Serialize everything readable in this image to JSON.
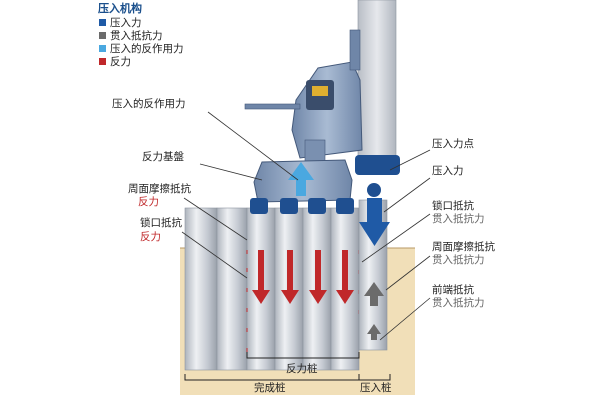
{
  "legend": {
    "title": "压入机构",
    "items": [
      {
        "label": "压入力",
        "color": "#1f5aa6"
      },
      {
        "label": "贯入抵抗力",
        "color": "#6b6b6b"
      },
      {
        "label": "压入的反作用力",
        "color": "#4aa8e0"
      },
      {
        "label": "反力",
        "color": "#c0282a"
      }
    ]
  },
  "left_labels": {
    "reaction_of_press": "压入的反作用力",
    "reaction_base": "反力基盤",
    "side_friction": "周面摩擦抵抗",
    "side_friction_sub": "反力",
    "lock_resistance": "锁口抵抗",
    "lock_resistance_sub": "反力"
  },
  "right_labels": {
    "press_point": "压入力点",
    "press_force": "压入力",
    "lock_resistance": "锁口抵抗",
    "lock_resistance_sub": "贯入抵抗力",
    "side_friction": "周面摩擦抵抗",
    "side_friction_sub": "贯入抵抗力",
    "tip_resistance": "前端抵抗",
    "tip_resistance_sub": "贯入抵抗力"
  },
  "bottom_labels": {
    "reaction_pile": "反力桩",
    "completed_pile": "完成桩",
    "pressed_pile": "压入桩"
  },
  "colors": {
    "press": "#1f5aa6",
    "penetration": "#6b6b6b",
    "reaction_press": "#4aa8e0",
    "reaction": "#c0282a",
    "soil": "#f1dfb8",
    "pile": "#c9ced6",
    "machine": "#8aa0bd"
  }
}
